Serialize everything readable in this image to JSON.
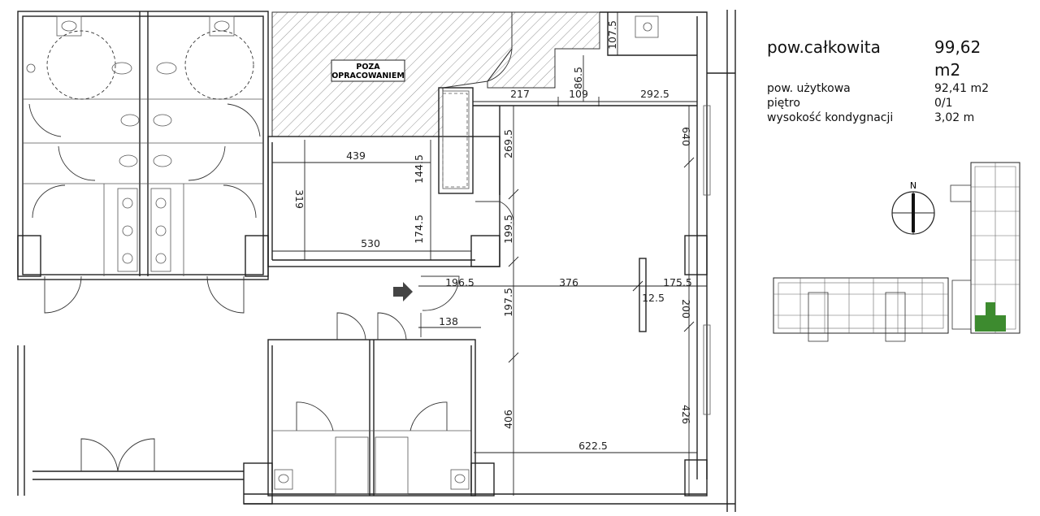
{
  "summary": {
    "total_label": "pow.całkowita",
    "total_value": "99,62 m2",
    "usable_label": "pow. użytkowa",
    "usable_value": "92,41 m2",
    "floor_label": "piętro",
    "floor_value": "0/1",
    "height_label": "wysokość kondygnacji",
    "height_value": "3,02 m"
  },
  "compass": {
    "north_label": "N"
  },
  "excluded_area": {
    "line1": "POZA",
    "line2": "OPRACOWANIEM"
  },
  "dimensions": {
    "d107_5": "107.5",
    "d86_5": "86.5",
    "d217": "217",
    "d109": "109",
    "d292_5": "292.5",
    "d269_5": "269.5",
    "d640": "640",
    "d439": "439",
    "d144_5": "144.5",
    "d319": "319",
    "d174_5": "174.5",
    "d530": "530",
    "d199_5": "199.5",
    "d196_5": "196.5",
    "d376": "376",
    "d175_5": "175.5",
    "d12_5": "12.5",
    "d197_5": "197.5",
    "d200": "200",
    "d138": "138",
    "d406": "406",
    "d426": "426",
    "d622_5": "622.5"
  },
  "colors": {
    "highlight": "#3d8b2f",
    "hatch": "#888888",
    "arrow": "#444444"
  },
  "icons": {
    "entrance": "entrance-arrow-icon",
    "compass": "compass-icon"
  }
}
